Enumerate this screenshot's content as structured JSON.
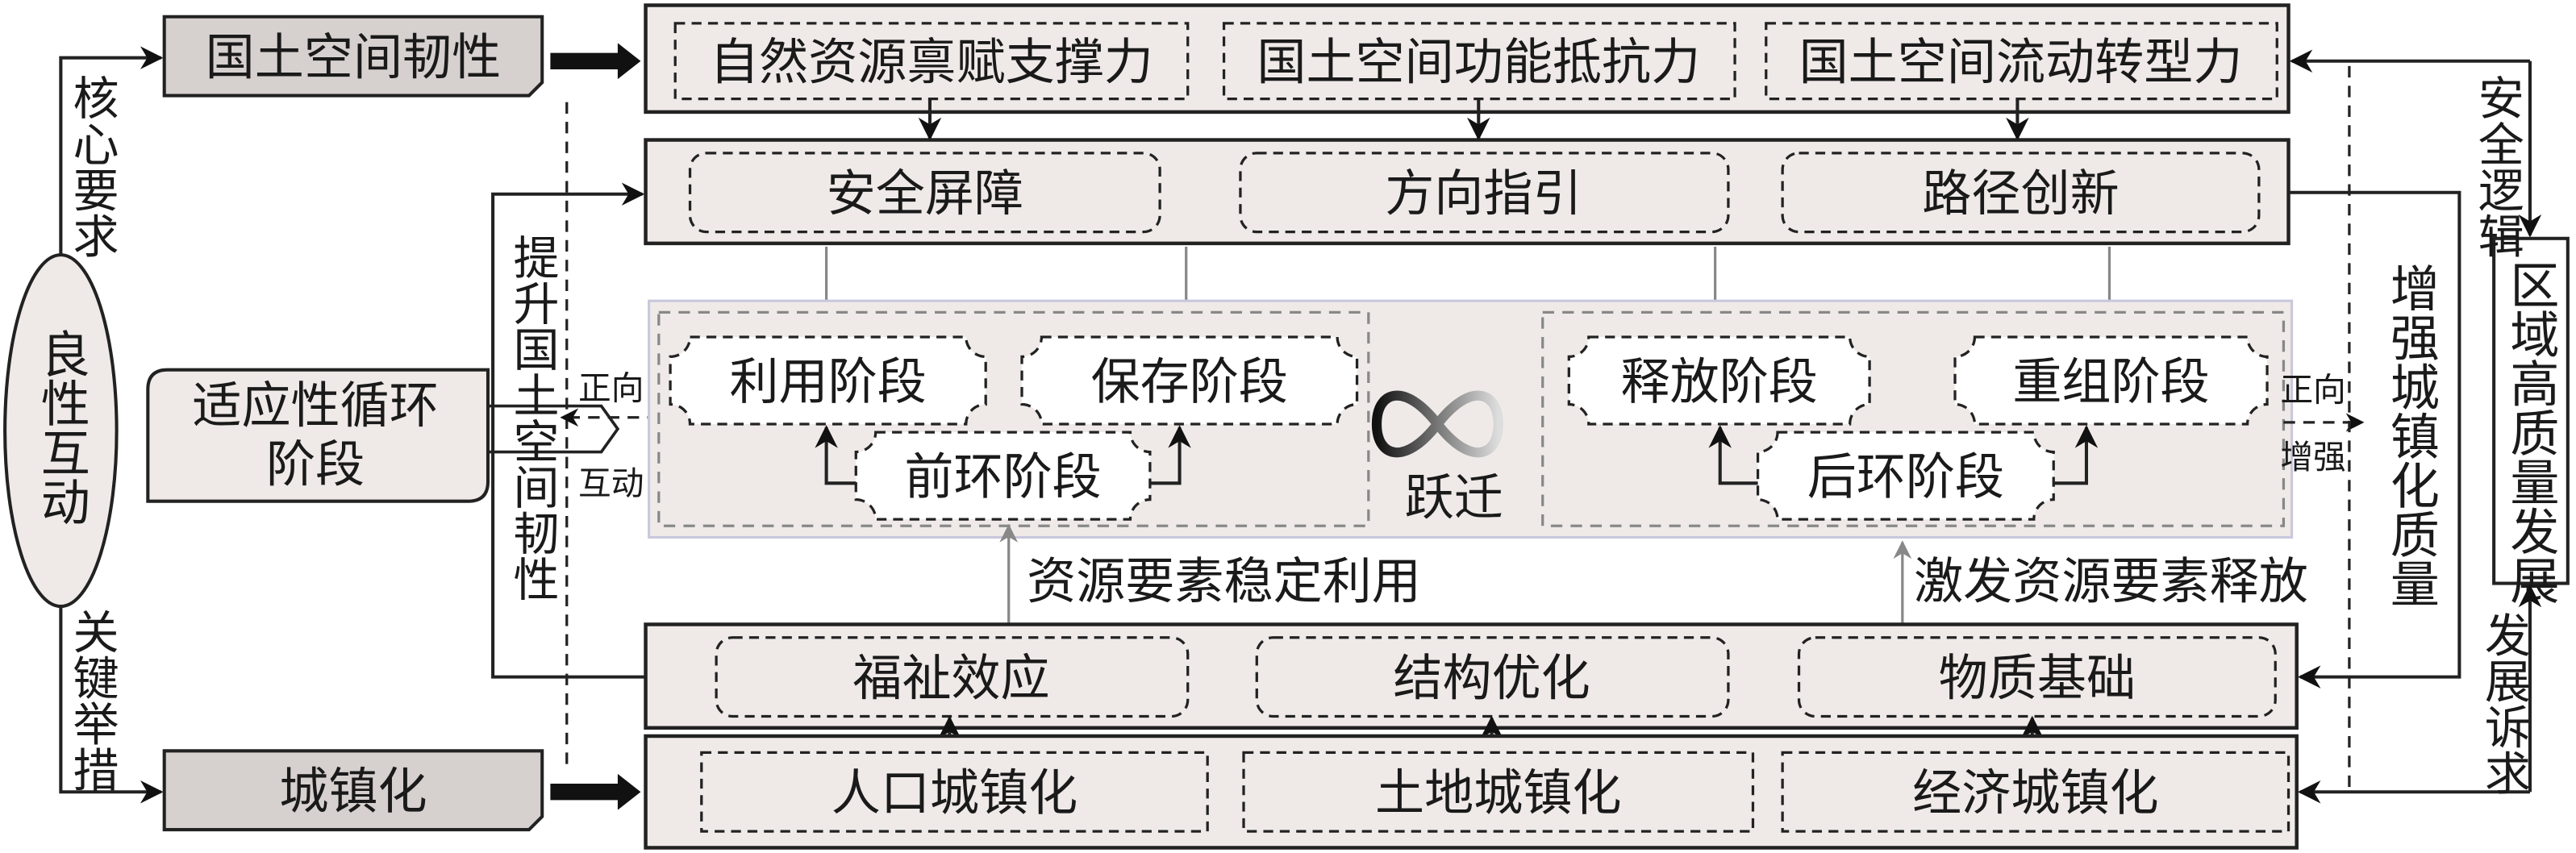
{
  "left": {
    "center": "良性互动",
    "core_requirement": "核心要求",
    "key_measure": "关键举措",
    "resilience": "国土空间韧性",
    "urbanization": "城镇化",
    "cycle_line1": "适应性循环",
    "cycle_line2": "阶段",
    "enhance_resilience": "提升国土空间韧性",
    "positive": "正向",
    "interaction": "互动"
  },
  "rows": {
    "capacity": [
      "自然资源禀赋支撑力",
      "国土空间功能抵抗力",
      "国土空间流动转型力"
    ],
    "function": [
      "安全屏障",
      "方向指引",
      "路径创新"
    ],
    "effects": [
      "福祉效应",
      "结构优化",
      "物质基础"
    ],
    "urban_types": [
      "人口城镇化",
      "土地城镇化",
      "经济城镇化"
    ]
  },
  "cycle": {
    "front": [
      "利用阶段",
      "保存阶段",
      "前环阶段"
    ],
    "back": [
      "释放阶段",
      "重组阶段",
      "后环阶段"
    ],
    "leap": "跃迁",
    "stable_use": "资源要素稳定利用",
    "release": "激发资源要素释放",
    "positive": "正向",
    "enhance": "增强"
  },
  "right": {
    "goal": "区域高质量发展",
    "safety_logic": "安全逻辑",
    "development_demand": "发展诉求",
    "enhance_quality": "增强城镇化质量"
  },
  "colors": {
    "panel": "#efeae8",
    "node": "#d6d0ce",
    "arrow_gray": "#888888"
  }
}
